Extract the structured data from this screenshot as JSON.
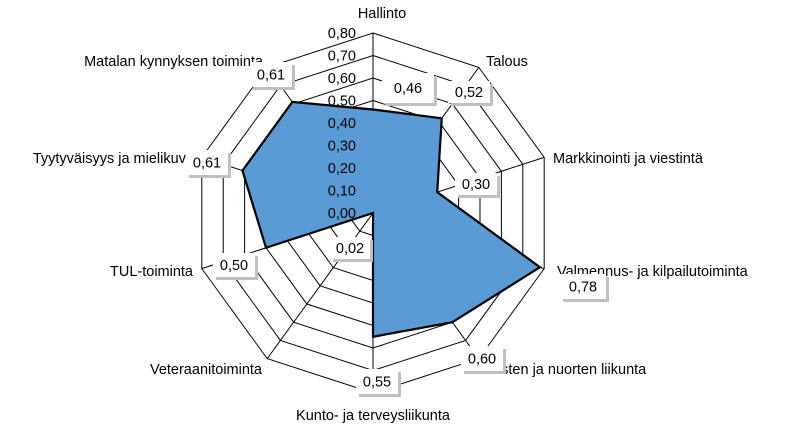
{
  "chart_data": {
    "type": "radar",
    "categories": [
      "Hallinto",
      "Talous",
      "Markkinointi ja viestintä",
      "Valmennus- ja kilpailutoiminta",
      "Lasten ja nuorten liikunta",
      "Kunto- ja terveysliikunta",
      "Veteraanitoiminta",
      "TUL-toiminta",
      "Tyytyväisyys ja mielikuva",
      "Matalan kynnyksen toiminta"
    ],
    "values": [
      0.46,
      0.52,
      0.3,
      0.78,
      0.6,
      0.55,
      0.0,
      0.5,
      0.61,
      0.61
    ],
    "data_labels": [
      "0,46",
      "0,52",
      "0,30",
      "0,78",
      "0,60",
      "0,55",
      "0,02",
      "0,50",
      "0,61",
      "0,61"
    ],
    "tick_values": [
      0.0,
      0.1,
      0.2,
      0.3,
      0.4,
      0.5,
      0.6,
      0.7,
      0.8
    ],
    "tick_labels": [
      "0,00",
      "0,10",
      "0,20",
      "0,30",
      "0,40",
      "0,50",
      "0,60",
      "0,70",
      "0,80"
    ],
    "range": [
      0,
      0.8
    ],
    "grid": true,
    "legend": "none",
    "colors": {
      "fill": "#5b9bd5",
      "stroke": "#000000",
      "grid": "#000000",
      "label_shadow": "#bfbfbf"
    }
  }
}
